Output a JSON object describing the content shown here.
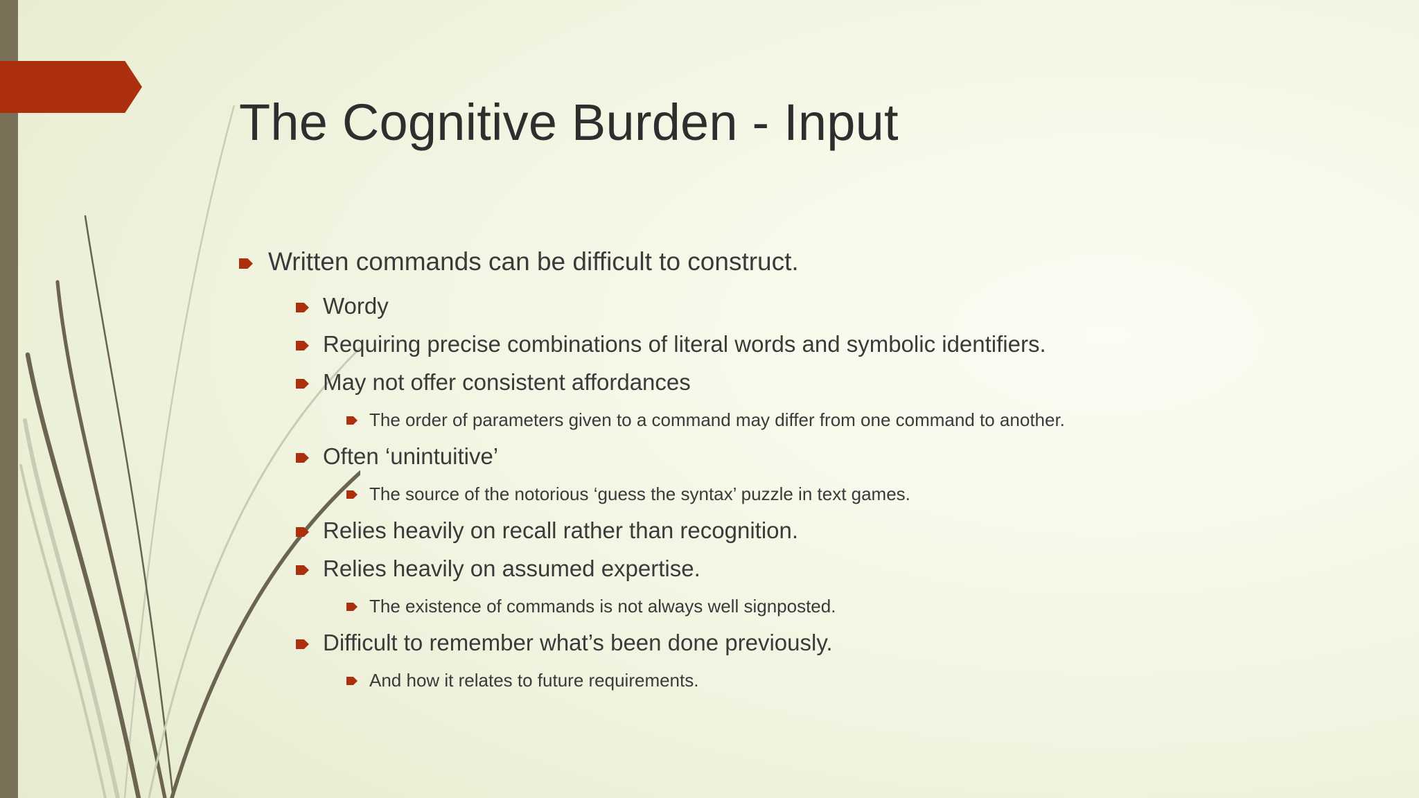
{
  "slide": {
    "title": "The Cognitive Burden - Input",
    "colors": {
      "background_light": "#f8faee",
      "background_edge": "#e2e8c9",
      "left_stripe": "#7b7159",
      "banner_red": "#ac300d",
      "bullet_red": "#ac300d",
      "title_text": "#2e2e2e",
      "body_text": "#3a3a3a",
      "grass_dark": "#6b6450",
      "grass_light": "#c8ccb4"
    },
    "decorations": {
      "banner_name": "red-pennant-banner",
      "stripe_name": "left-vertical-stripe",
      "grass_name": "grass-stems-artwork"
    },
    "bullets": [
      {
        "level": 1,
        "text": "Written commands can be difficult to construct."
      },
      {
        "level": 2,
        "text": "Wordy"
      },
      {
        "level": 2,
        "text": "Requiring precise combinations of literal words and symbolic identifiers."
      },
      {
        "level": 2,
        "text": "May not offer consistent affordances"
      },
      {
        "level": 3,
        "text": "The order of parameters given to a command may differ from one command to another."
      },
      {
        "level": 2,
        "text": "Often ‘unintuitive’"
      },
      {
        "level": 3,
        "text": "The source of the notorious ‘guess the syntax’ puzzle in text games."
      },
      {
        "level": 2,
        "text": "Relies heavily on recall rather than recognition."
      },
      {
        "level": 2,
        "text": "Relies heavily on assumed expertise."
      },
      {
        "level": 3,
        "text": "The existence of commands is not always well signposted."
      },
      {
        "level": 2,
        "text": "Difficult to remember what’s been done previously."
      },
      {
        "level": 3,
        "text": "And how it relates to future requirements."
      }
    ]
  }
}
